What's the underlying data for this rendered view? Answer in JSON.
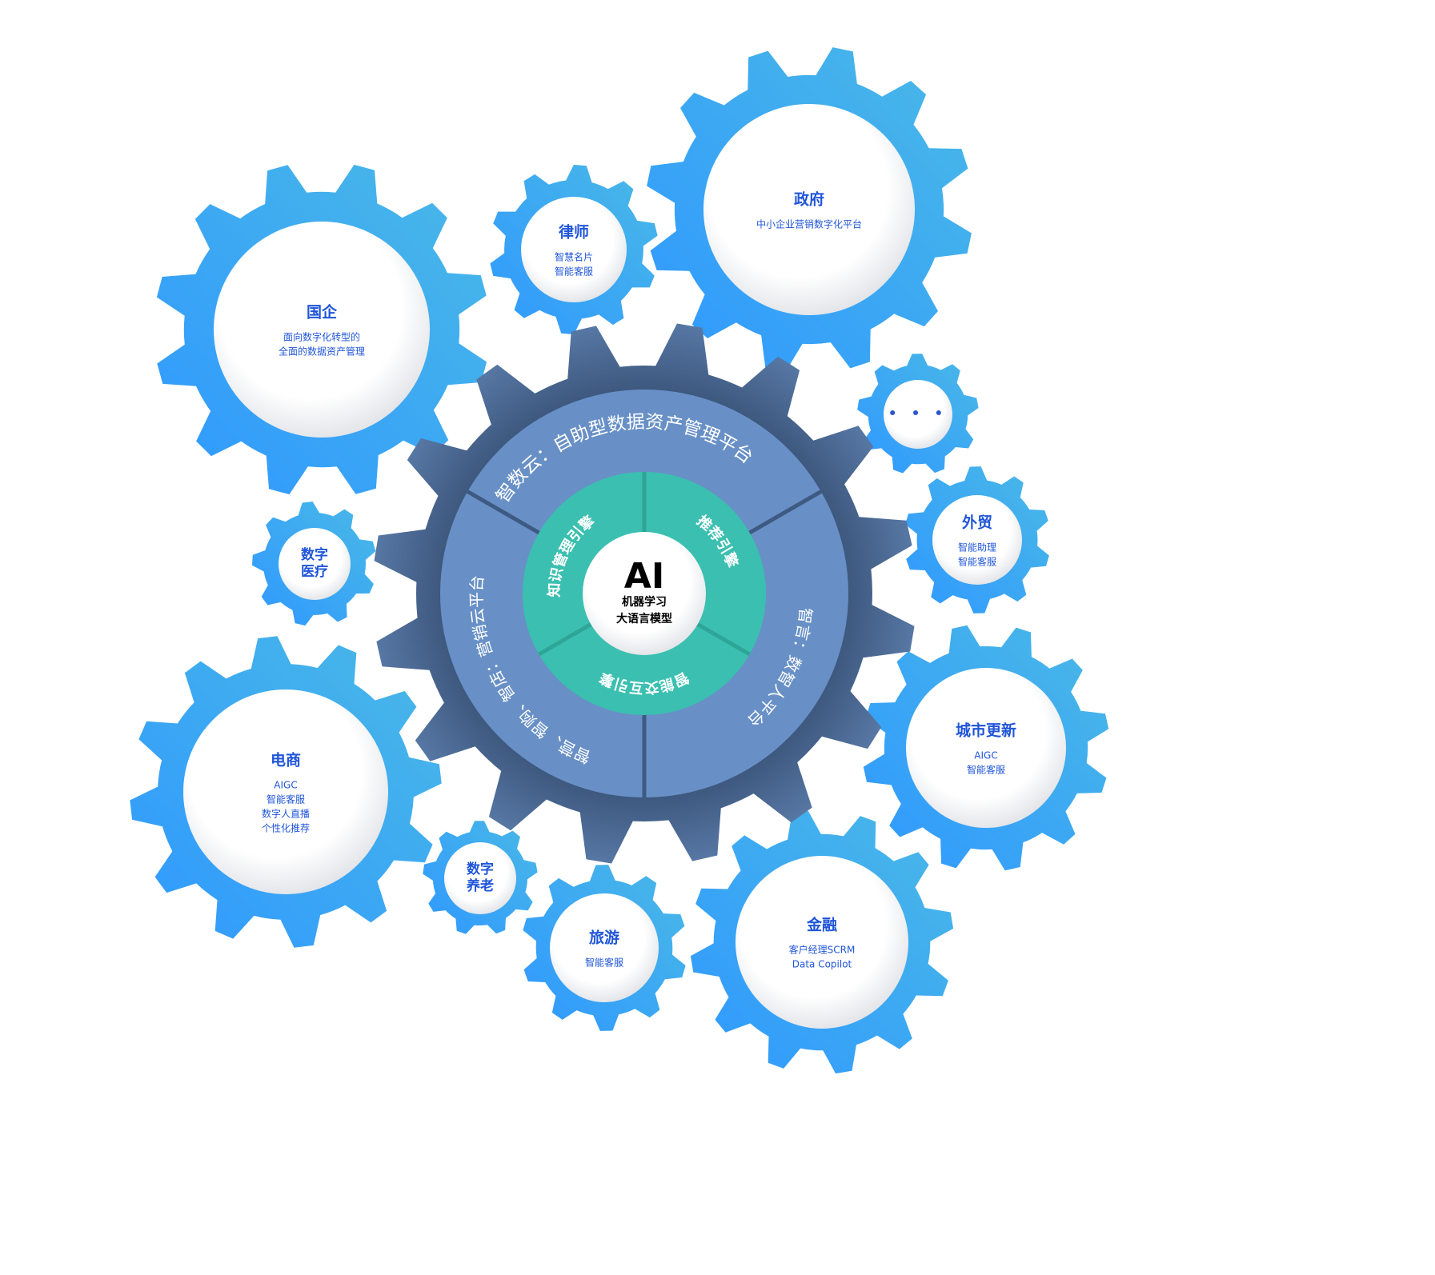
{
  "colors": {
    "gear_a": "#2f98ff",
    "gear_b": "#4ab9e6",
    "big_gear": "#3e5a82",
    "ring": "#6890c6",
    "teal": "#3bbfb0",
    "label": "#1f55d8"
  },
  "core": {
    "title": "AI",
    "lines": [
      "机器学习",
      "大语言模型"
    ]
  },
  "inner_ring": [
    "知识管理引擎",
    "推荐引擎",
    "智能交互引擎"
  ],
  "outer_ring": {
    "top": "智数云：自助型数据资产管理平台",
    "left": "智营、智购、智店：营销云平台",
    "right": "智言：数智人平台"
  },
  "gears": [
    {
      "id": "guoqi",
      "title": "国企",
      "lines": [
        "面向数字化转型的",
        "全面的数据资产管理"
      ]
    },
    {
      "id": "lvshi",
      "title": "律师",
      "lines": [
        "智慧名片",
        "智能客服"
      ]
    },
    {
      "id": "zhengfu",
      "title": "政府",
      "lines": [
        "中小企业营销数字化平台"
      ]
    },
    {
      "id": "more",
      "title": "• • •",
      "lines": []
    },
    {
      "id": "waimao",
      "title": "外贸",
      "lines": [
        "智能助理",
        "智能客服"
      ]
    },
    {
      "id": "chengshi",
      "title": "城市更新",
      "lines": [
        "AIGC",
        "智能客服"
      ]
    },
    {
      "id": "jinrong",
      "title": "金融",
      "lines": [
        "客户经理SCRM",
        "Data Copilot"
      ]
    },
    {
      "id": "lvyou",
      "title": "旅游",
      "lines": [
        "智能客服"
      ]
    },
    {
      "id": "yanglao",
      "title": "数字\n养老",
      "lines": []
    },
    {
      "id": "dianshang",
      "title": "电商",
      "lines": [
        "AIGC",
        "智能客服",
        "数字人直播",
        "个性化推荐"
      ]
    },
    {
      "id": "yiliao",
      "title": "数字\n医疗",
      "lines": []
    }
  ]
}
